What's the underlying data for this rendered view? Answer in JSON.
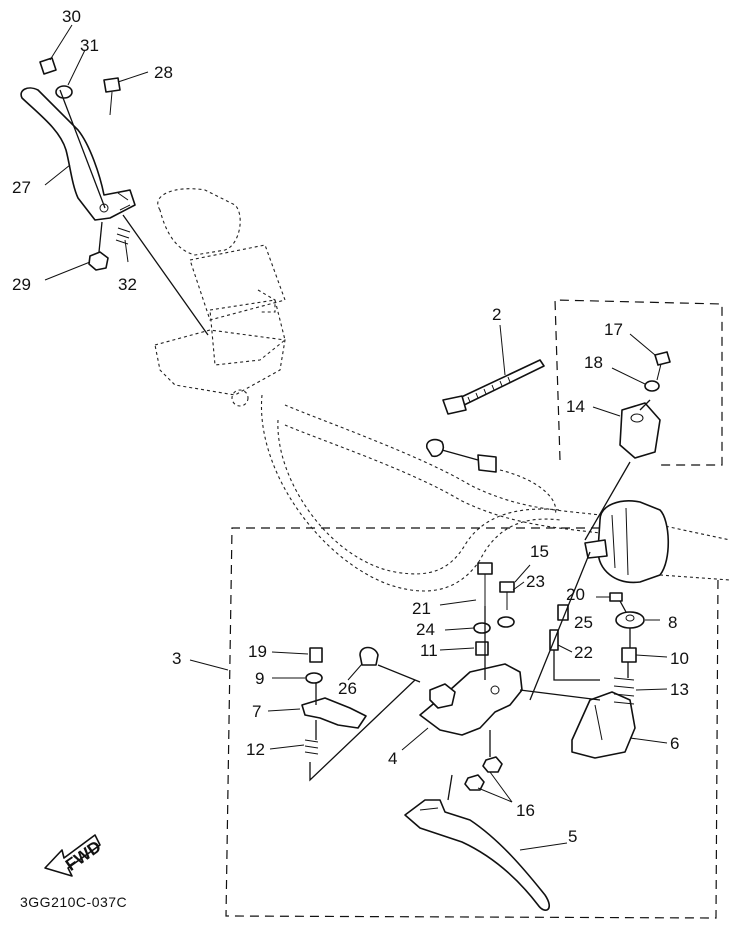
{
  "diagram": {
    "code": "3GG210C-037C",
    "fwd": "FWD",
    "callouts": {
      "p2": "2",
      "p3": "3",
      "p4": "4",
      "p5": "5",
      "p6": "6",
      "p7": "7",
      "p8": "8",
      "p9": "9",
      "p10": "10",
      "p11": "11",
      "p12": "12",
      "p13": "13",
      "p14": "14",
      "p15": "15",
      "p16": "16",
      "p17": "17",
      "p18": "18",
      "p19": "19",
      "p20": "20",
      "p21": "21",
      "p22": "22",
      "p23": "23",
      "p24": "24",
      "p25": "25",
      "p26": "26",
      "p27": "27",
      "p28": "28",
      "p29": "29",
      "p30": "30",
      "p31": "31",
      "p32": "32"
    }
  }
}
